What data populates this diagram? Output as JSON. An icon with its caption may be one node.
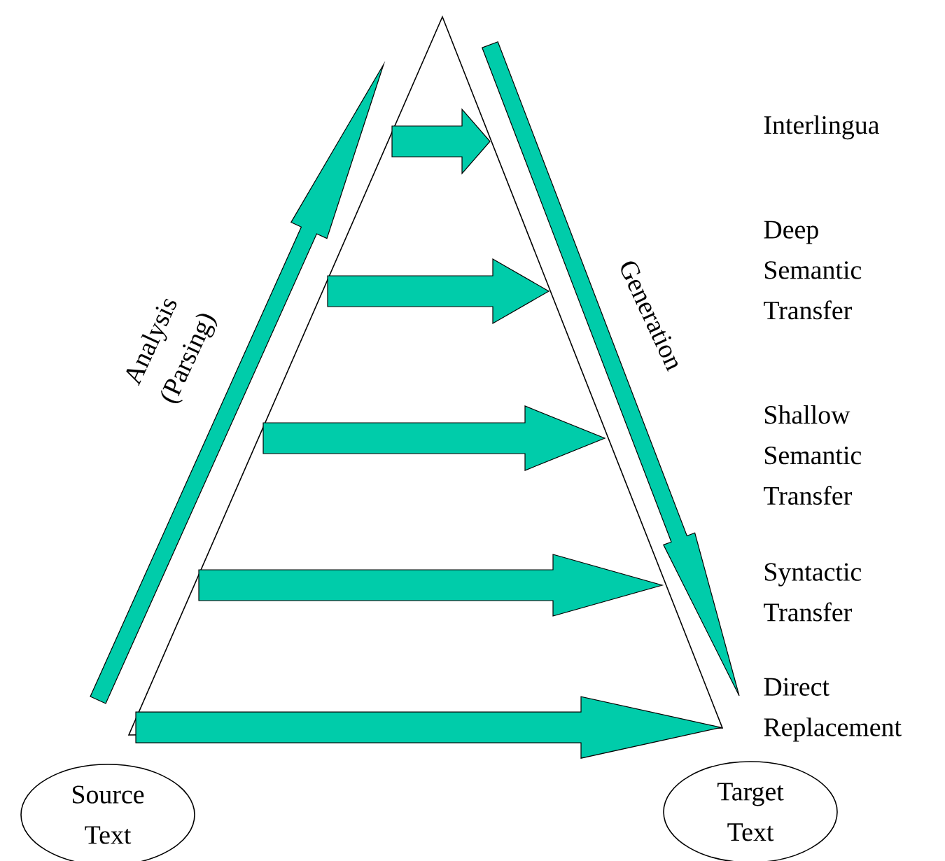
{
  "diagram": {
    "nodes": [
      {
        "text": [
          "Source Text"
        ]
      },
      {
        "text": [
          "Target Text"
        ]
      }
    ],
    "edges": [
      {
        "from": 0,
        "to": 1,
        "arrow": "to"
      }
    ],
    "labels": [
      "Analysis (Parsing)",
      "Generation",
      "Interlingua",
      "Deep Semantic Transfer",
      "Shallow Semantic Transfer",
      "Syntactic Transfer",
      "Direct Replacement"
    ]
  }
}
